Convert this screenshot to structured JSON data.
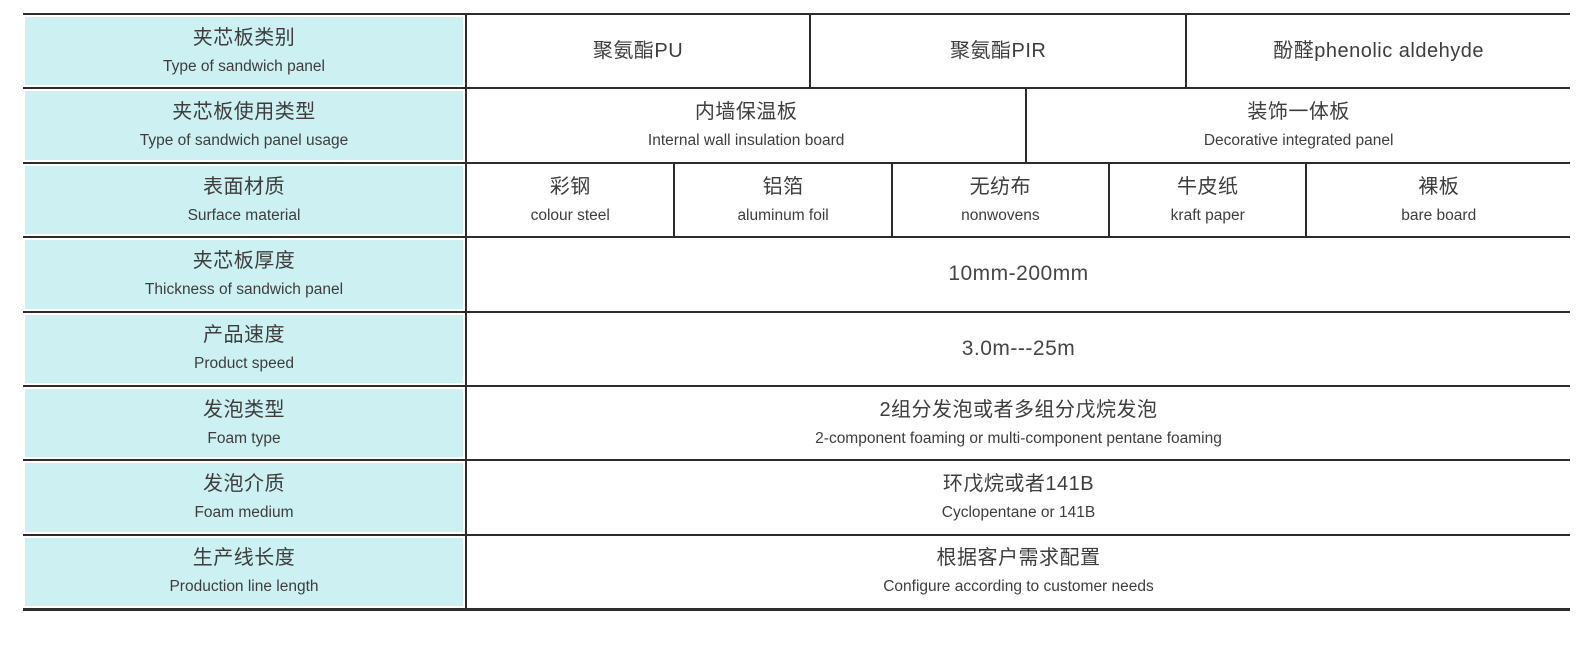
{
  "table": {
    "accent_color": "#cdf0f3",
    "border_color": "#2c2c2c",
    "rows": [
      {
        "label_zh": "夹芯板类别",
        "label_en": "Type of sandwich panel",
        "cells": [
          {
            "zh": "聚氨酯PU",
            "en": ""
          },
          {
            "zh": "聚氨酯PIR",
            "en": ""
          },
          {
            "zh": "酚醛phenolic aldehyde",
            "en": ""
          }
        ]
      },
      {
        "label_zh": "夹芯板使用类型",
        "label_en": "Type of sandwich panel usage",
        "cells": [
          {
            "zh": "内墙保温板",
            "en": "Internal wall insulation board"
          },
          {
            "zh": "装饰一体板",
            "en": "Decorative integrated panel"
          }
        ]
      },
      {
        "label_zh": "表面材质",
        "label_en": "Surface material",
        "cells": [
          {
            "zh": "彩钢",
            "en": "colour steel"
          },
          {
            "zh": "铝箔",
            "en": "aluminum foil"
          },
          {
            "zh": "无纺布",
            "en": "nonwovens"
          },
          {
            "zh": "牛皮纸",
            "en": "kraft paper"
          },
          {
            "zh": "裸板",
            "en": "bare board"
          }
        ]
      },
      {
        "label_zh": "夹芯板厚度",
        "label_en": "Thickness of sandwich panel",
        "cells": [
          {
            "zh": "10mm-200mm",
            "en": ""
          }
        ]
      },
      {
        "label_zh": "产品速度",
        "label_en": "Product speed",
        "cells": [
          {
            "zh": "3.0m---25m",
            "en": ""
          }
        ]
      },
      {
        "label_zh": "发泡类型",
        "label_en": "Foam type",
        "cells": [
          {
            "zh": "2组分发泡或者多组分戊烷发泡",
            "en": "2-component foaming or multi-component pentane foaming"
          }
        ]
      },
      {
        "label_zh": "发泡介质",
        "label_en": "Foam medium",
        "cells": [
          {
            "zh": "环戊烷或者141B",
            "en": "Cyclopentane or 141B"
          }
        ]
      },
      {
        "label_zh": "生产线长度",
        "label_en": "Production line length",
        "cells": [
          {
            "zh": "根据客户需求配置",
            "en": "Configure according to customer needs"
          }
        ]
      }
    ]
  }
}
